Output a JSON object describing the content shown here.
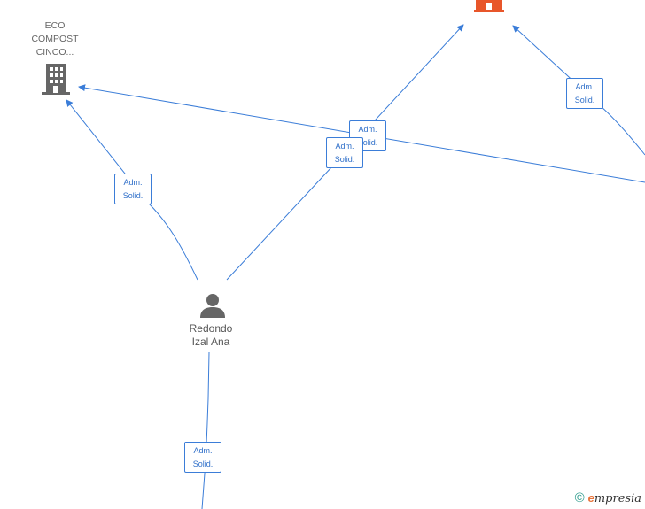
{
  "nodes": {
    "eco_compost": {
      "label_lines": [
        "ECO",
        "COMPOST",
        "CINCO..."
      ],
      "type": "company",
      "color": "#666666"
    },
    "top_company": {
      "label_lines": [],
      "type": "company",
      "color": "#e8562a"
    },
    "redondo": {
      "label_lines": [
        "Redondo",
        "Izal Ana"
      ],
      "type": "person",
      "color": "#666666"
    }
  },
  "edges": [
    {
      "id": "e1",
      "label_lines": [
        "Adm.",
        "Solid."
      ]
    },
    {
      "id": "e2",
      "label_lines": [
        "Adm.",
        "Solid."
      ]
    },
    {
      "id": "e3",
      "label_lines": [
        "Adm.",
        "Solid."
      ]
    },
    {
      "id": "e4",
      "label_lines": [
        "Adm.",
        "Solid."
      ]
    },
    {
      "id": "e5",
      "label_lines": [
        "Adm.",
        "Solid."
      ]
    }
  ],
  "colors": {
    "edge": "#3b7dd8",
    "company": "#666666",
    "highlight": "#e8562a"
  },
  "watermark": {
    "symbol": "©",
    "brand_initial": "e",
    "brand_rest": "mpresia"
  }
}
